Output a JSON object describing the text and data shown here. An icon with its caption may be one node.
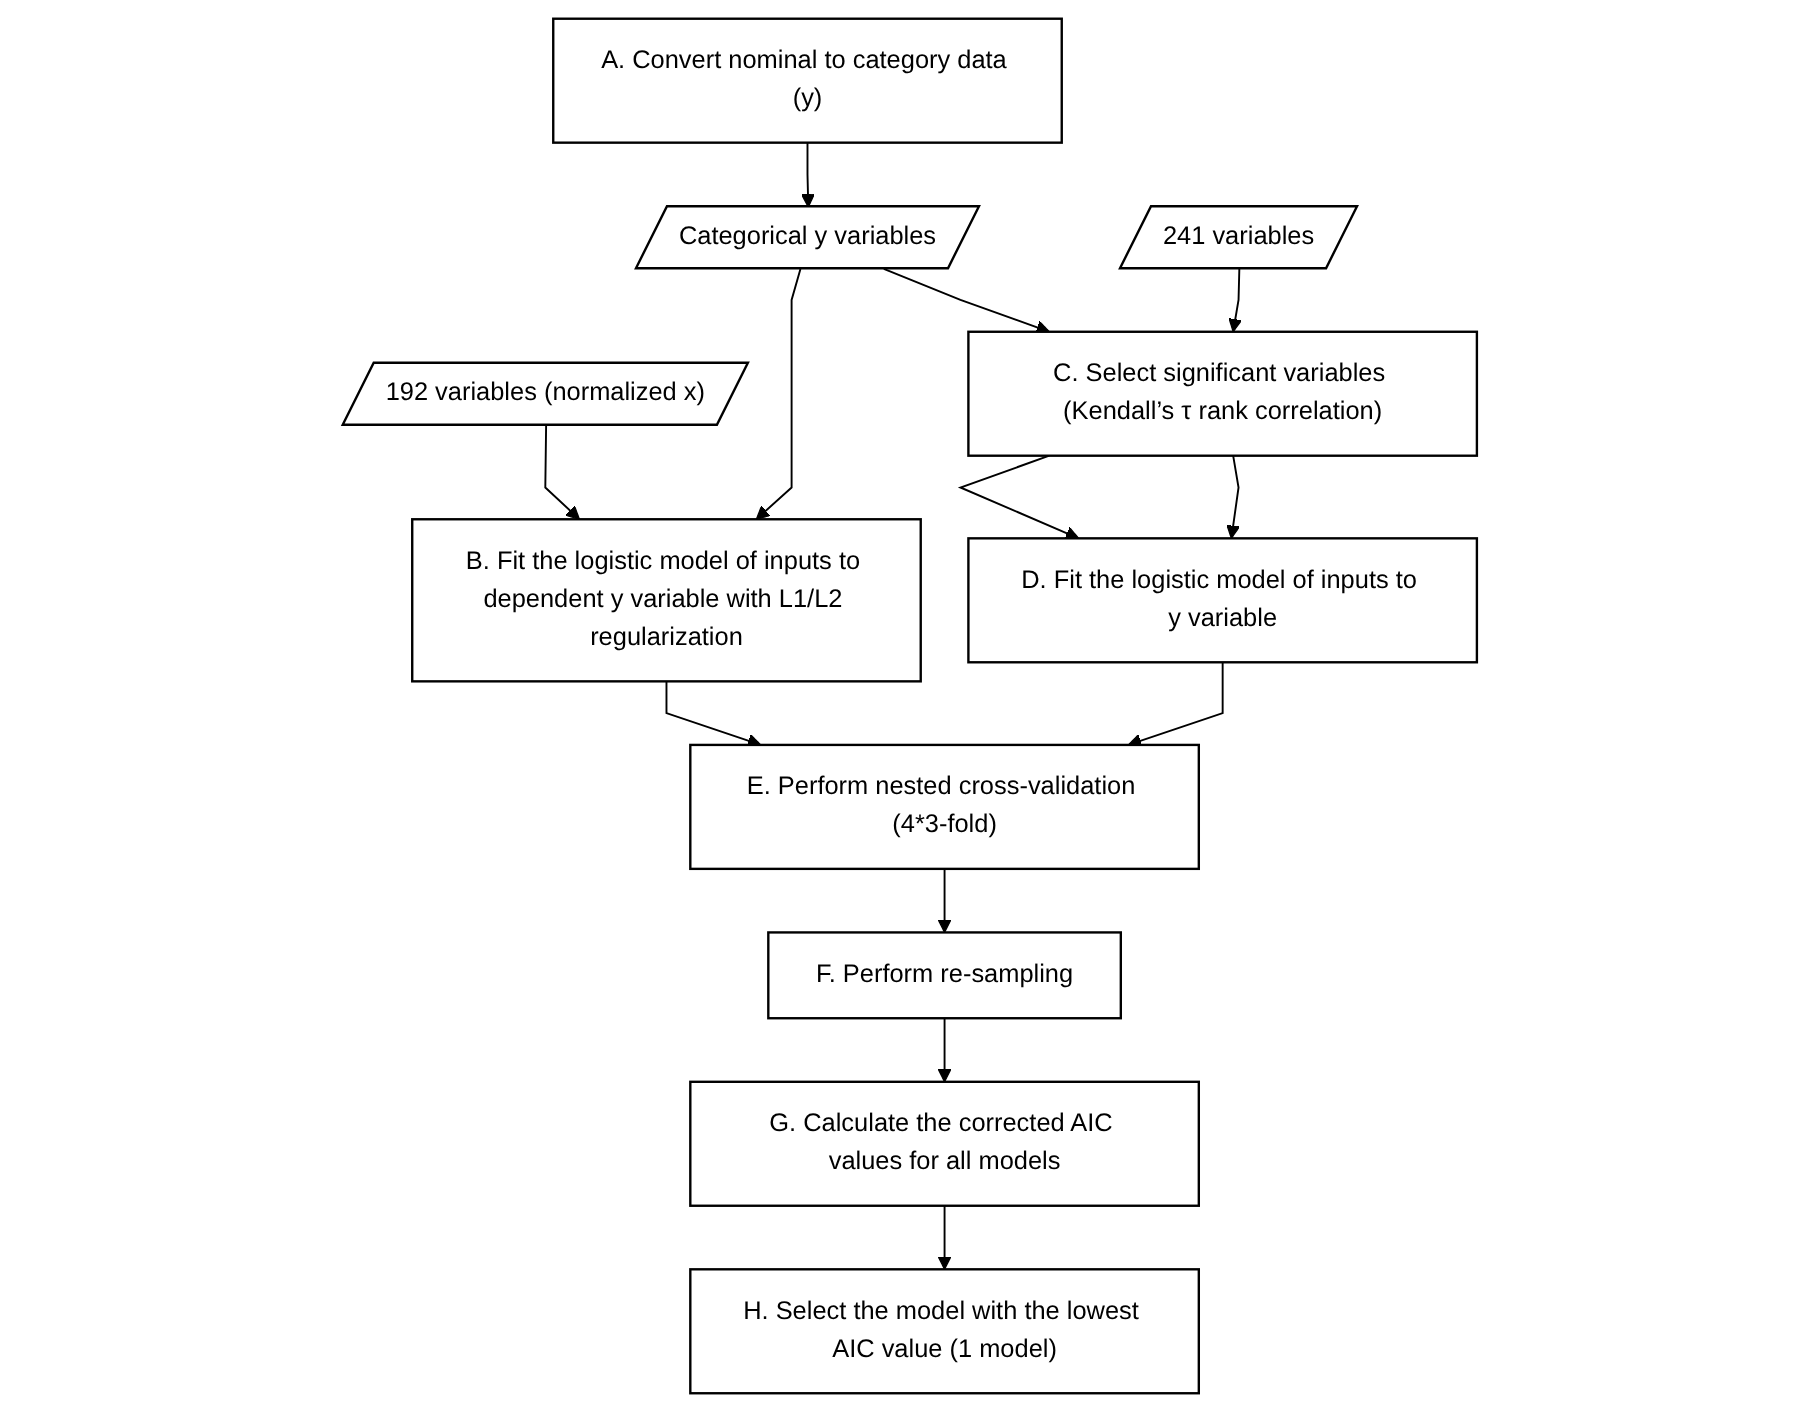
{
  "diagram": {
    "nodes": [
      {
        "text": [
          "A. Convert nominal to category data (y)"
        ]
      },
      {
        "text": [
          "192 variables (normalized x)"
        ]
      },
      {
        "text": [
          "Categorical y variables"
        ]
      },
      {
        "text": [
          "241 variables"
        ]
      },
      {
        "text": [
          "C. Select significant variables (Kendall’s τ rank correlation)"
        ]
      },
      {
        "text": [
          "B. Fit the logistic model of inputs to dependent y variable with L1/L2 regularization"
        ]
      },
      {
        "text": [
          "D. Fit the logistic model of inputs to y variable"
        ]
      },
      {
        "text": [
          "E. Perform nested cross-validation (4*3-fold)"
        ]
      },
      {
        "text": [
          "F. Perform re-sampling"
        ]
      },
      {
        "text": [
          "G. Calculate the corrected AIC values for all models"
        ]
      },
      {
        "text": [
          "H. Select the model with the lowest AIC value (1 model)"
        ]
      }
    ],
    "edges": [
      {
        "from": 0,
        "to": 2,
        "arrow": "to"
      },
      {
        "from": 1,
        "to": 5,
        "arrow": "to"
      },
      {
        "from": 2,
        "to": 5,
        "arrow": "to"
      },
      {
        "from": 2,
        "to": 4,
        "arrow": "to"
      },
      {
        "from": 3,
        "to": 4,
        "arrow": "to"
      },
      {
        "from": 4,
        "to": 6,
        "arrow": "to"
      },
      {
        "from": 4,
        "to": 6,
        "arrow": "to"
      },
      {
        "from": 5,
        "to": 7,
        "arrow": "to"
      },
      {
        "from": 6,
        "to": 7,
        "arrow": "to"
      },
      {
        "from": 7,
        "to": 8,
        "arrow": "to"
      },
      {
        "from": 8,
        "to": 9,
        "arrow": "to"
      },
      {
        "from": 9,
        "to": 10,
        "arrow": "to"
      }
    ]
  }
}
